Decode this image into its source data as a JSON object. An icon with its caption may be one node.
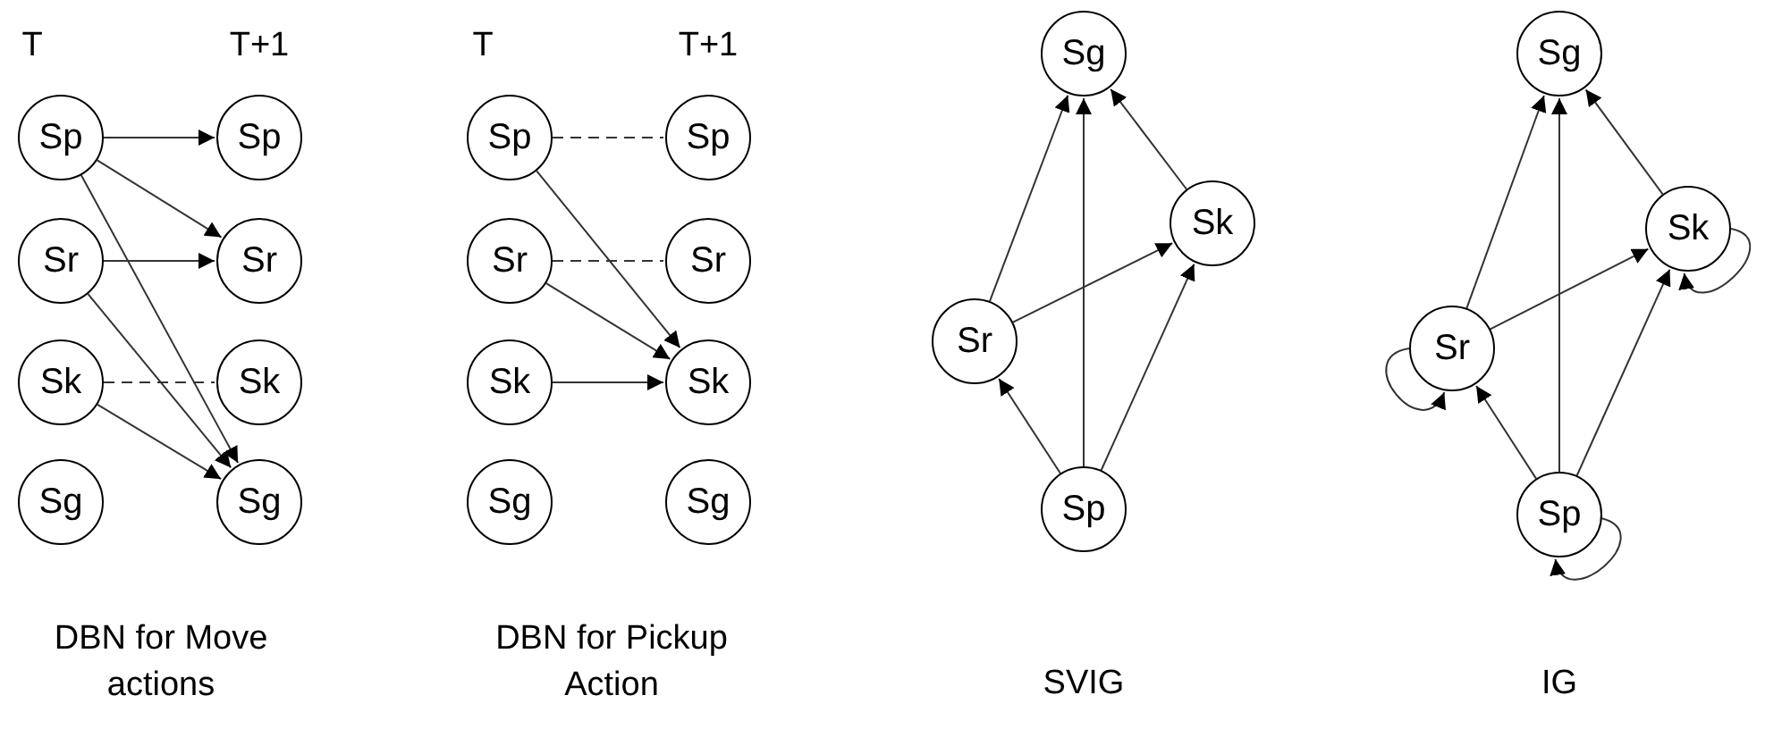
{
  "diagram": {
    "nodes": [
      {
        "text": [
          "Sp"
        ]
      },
      {
        "text": [
          "Sp"
        ]
      },
      {
        "text": [
          "Sr"
        ]
      },
      {
        "text": [
          "Sr"
        ]
      },
      {
        "text": [
          "Sk"
        ]
      },
      {
        "text": [
          "Sk"
        ]
      },
      {
        "text": [
          "Sg"
        ]
      },
      {
        "text": [
          "Sg"
        ]
      },
      {
        "text": [
          "Sp"
        ]
      },
      {
        "text": [
          "Sp"
        ]
      },
      {
        "text": [
          "Sr"
        ]
      },
      {
        "text": [
          "Sr"
        ]
      },
      {
        "text": [
          "Sk"
        ]
      },
      {
        "text": [
          "Sk"
        ]
      },
      {
        "text": [
          "Sg"
        ]
      },
      {
        "text": [
          "Sg"
        ]
      },
      {
        "text": [
          "Sg"
        ]
      },
      {
        "text": [
          "Sk"
        ]
      },
      {
        "text": [
          "Sr"
        ]
      },
      {
        "text": [
          "Sp"
        ]
      },
      {
        "text": [
          "Sg"
        ]
      },
      {
        "text": [
          "Sk"
        ]
      },
      {
        "text": [
          "Sr"
        ]
      },
      {
        "text": [
          "Sp"
        ]
      }
    ],
    "edges": [
      {
        "from": 0,
        "to": 1,
        "arrow": "to"
      },
      {
        "from": 0,
        "to": 3,
        "arrow": "to"
      },
      {
        "from": 0,
        "to": 7,
        "arrow": "to"
      },
      {
        "from": 2,
        "to": 3,
        "arrow": "to"
      },
      {
        "from": 2,
        "to": 7,
        "arrow": "to"
      },
      {
        "from": 4,
        "to": 5,
        "arrow": "none",
        "style": "dashed"
      },
      {
        "from": 4,
        "to": 7,
        "arrow": "to"
      },
      {
        "from": 8,
        "to": 9,
        "arrow": "none",
        "style": "dashed"
      },
      {
        "from": 10,
        "to": 11,
        "arrow": "none",
        "style": "dashed"
      },
      {
        "from": 8,
        "to": 13,
        "arrow": "to"
      },
      {
        "from": 10,
        "to": 13,
        "arrow": "to"
      },
      {
        "from": 12,
        "to": 13,
        "arrow": "to"
      },
      {
        "from": 18,
        "to": 16,
        "arrow": "to"
      },
      {
        "from": 19,
        "to": 16,
        "arrow": "to"
      },
      {
        "from": 17,
        "to": 16,
        "arrow": "to"
      },
      {
        "from": 18,
        "to": 17,
        "arrow": "to"
      },
      {
        "from": 19,
        "to": 18,
        "arrow": "to"
      },
      {
        "from": 19,
        "to": 17,
        "arrow": "to"
      },
      {
        "from": 22,
        "to": 20,
        "arrow": "to"
      },
      {
        "from": 23,
        "to": 20,
        "arrow": "to"
      },
      {
        "from": 21,
        "to": 20,
        "arrow": "to"
      },
      {
        "from": 22,
        "to": 21,
        "arrow": "to"
      },
      {
        "from": 23,
        "to": 22,
        "arrow": "to"
      },
      {
        "from": 23,
        "to": 21,
        "arrow": "to"
      },
      {
        "from": 22,
        "to": 22,
        "arrow": "to"
      },
      {
        "from": 21,
        "to": 21,
        "arrow": "to"
      },
      {
        "from": 23,
        "to": 23,
        "arrow": "to"
      }
    ],
    "labels": [
      "T",
      "T+1",
      "T",
      "T+1",
      "DBN for Move actions",
      "DBN for Pickup Action",
      "SVIG",
      "IG"
    ]
  }
}
